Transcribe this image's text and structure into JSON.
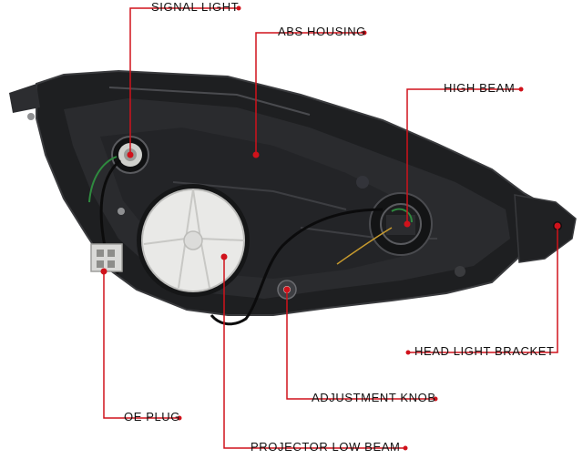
{
  "callouts": {
    "signal_light": "SIGNAL LIGHT",
    "abs_housing": "ABS HOUSING",
    "high_beam": "HIGH BEAM",
    "head_light_bracket": "HEAD LIGHT BRACKET",
    "adjustment_knob": "ADJUSTMENT KNOB",
    "oe_plug": "OE PLUG",
    "projector_low_beam": "PROJECTOR LOW BEAM"
  },
  "colors": {
    "leader_line": "#d0121b",
    "housing": "#1b1c1e",
    "projector_cap": "#e8e8e6"
  }
}
